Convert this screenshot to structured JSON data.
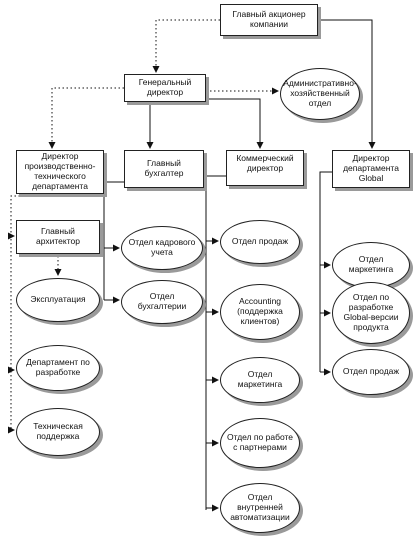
{
  "nodes": {
    "shareholder": "Главный акционер компании",
    "ceo": "Генеральный директор",
    "admin": "Административно-хозяйственный отдел",
    "prod_dir": "Директор производственно-технического департамента",
    "chief_acc": "Главный бухгалтер",
    "com_dir": "Коммерческий директор",
    "global_dir": "Директор департамента Global",
    "chief_arch": "Главный архитектор",
    "exploit": "Эксплуатация",
    "dev_dept": "Департамент по разработке",
    "tech_support": "Техническая поддержка",
    "hr": "Отдел кадрового учета",
    "accounting_dept": "Отдел бухгалтерии",
    "sales": "Отдел продаж",
    "accounting_support": "Accounting (поддержка клиентов)",
    "marketing": "Отдел маркетинга",
    "partners": "Отдел по работе с партнерами",
    "automation": "Отдел внутренней автоматизации",
    "g_marketing": "Отдел маркетинга",
    "g_dev": "Отдел по разработке Global-версии продукта",
    "g_sales": "Отдел продаж"
  }
}
